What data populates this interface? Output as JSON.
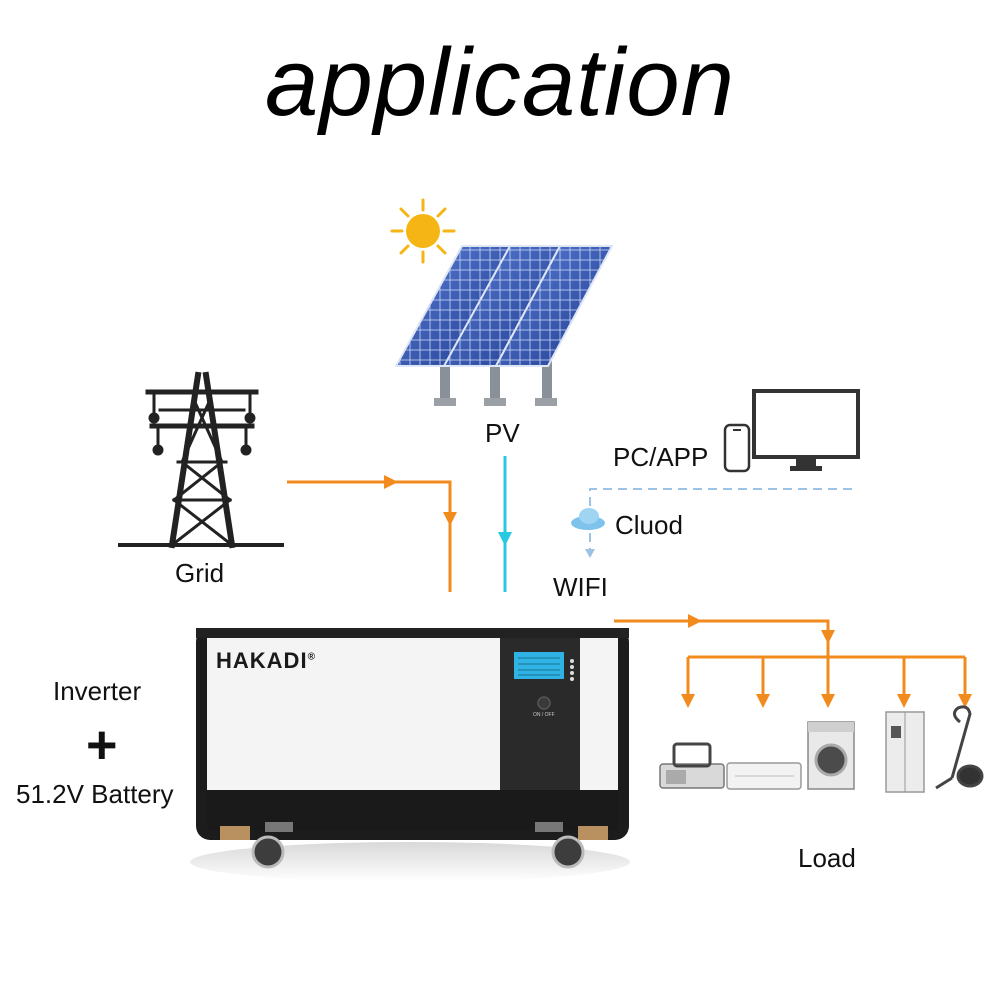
{
  "title": "application",
  "nodes": {
    "pv": "PV",
    "grid": "Grid",
    "pc_app": "PC/APP",
    "cloud": "Cluod",
    "wifi": "WIFI",
    "load": "Load",
    "inverter": "Inverter",
    "plus": "+",
    "battery": "51.2V Battery"
  },
  "device": {
    "brand": "HAKADI",
    "power_label": "ON / OFF"
  },
  "colors": {
    "power_flow": "#f28b1e",
    "pv_flow": "#27c9e0",
    "data_link": "#9cc3e4",
    "panel": "#2b47a8",
    "sun": "#f5b515"
  }
}
